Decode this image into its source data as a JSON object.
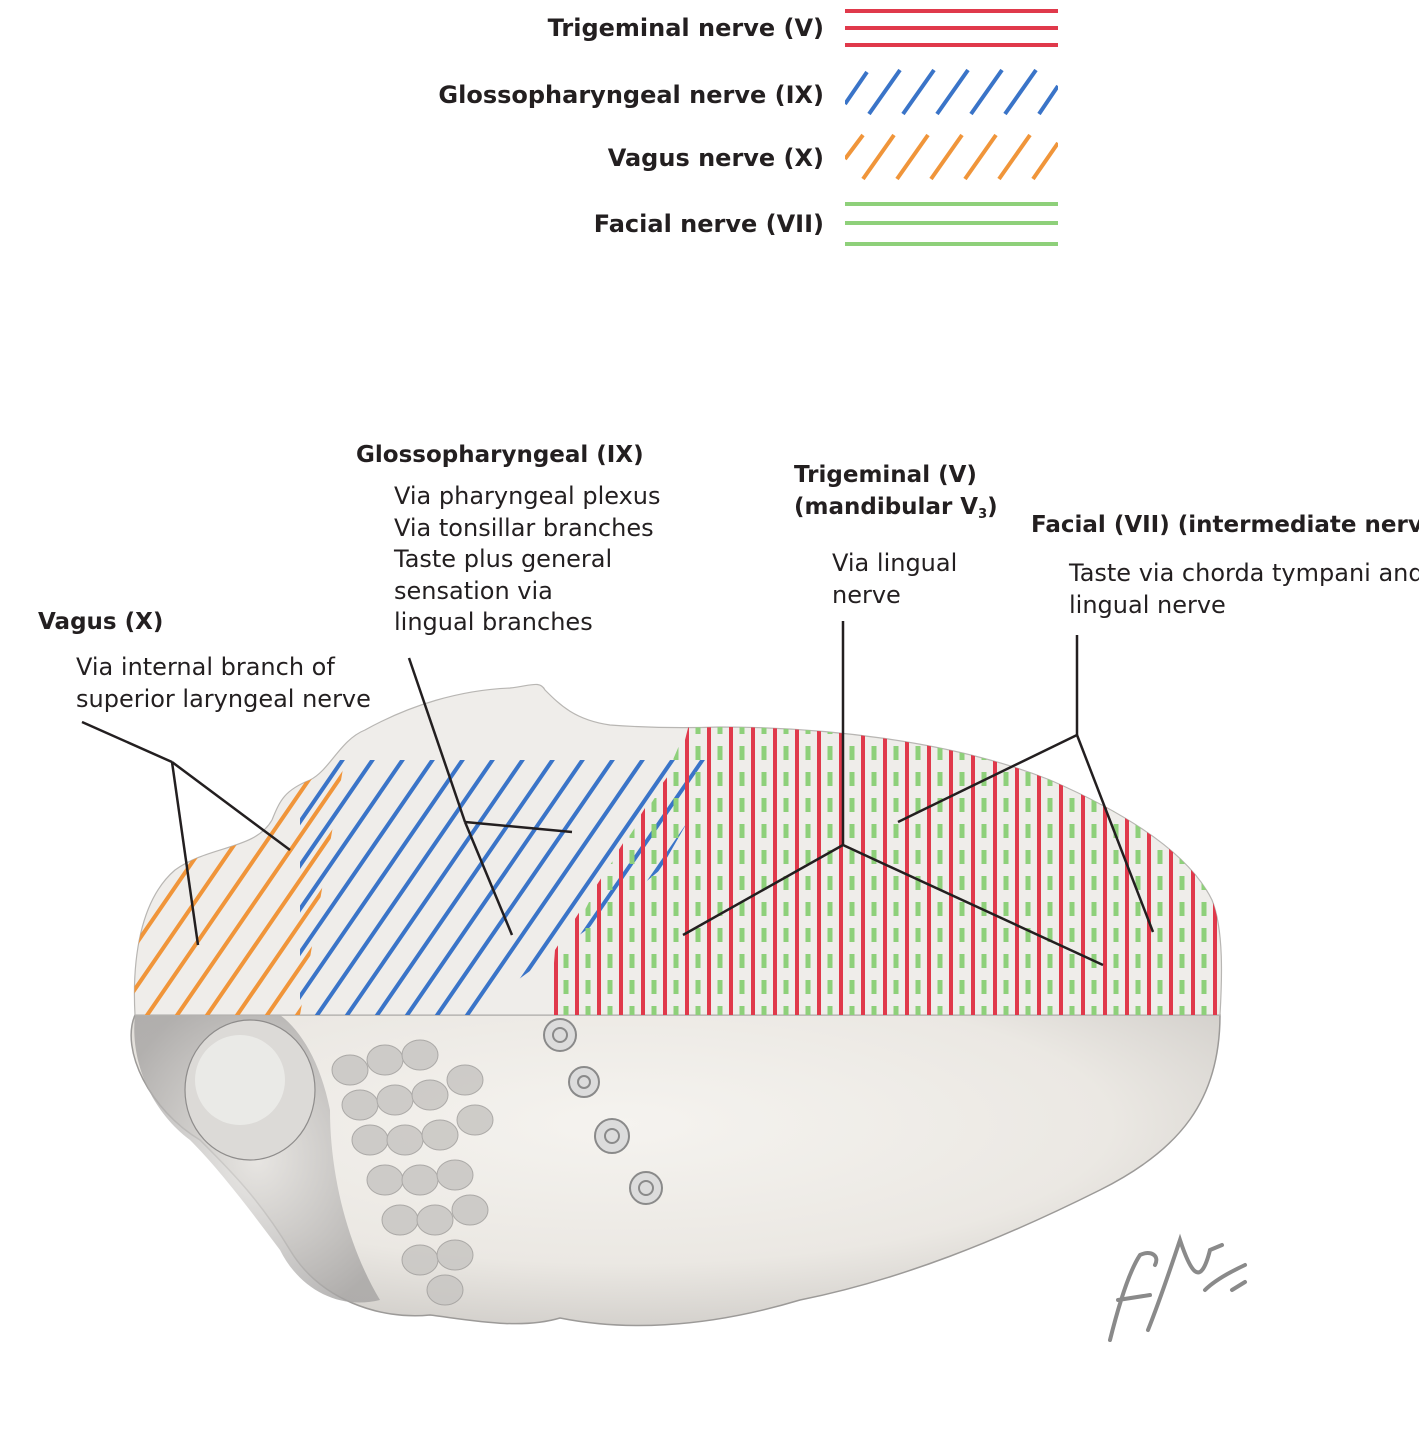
{
  "legend": [
    {
      "label": "Trigeminal nerve (V)",
      "color": "#e0394b"
    },
    {
      "label": "Glossopharyngeal nerve (IX)",
      "color": "#3a74c8"
    },
    {
      "label": "Vagus nerve (X)",
      "color": "#f0953a"
    },
    {
      "label": "Facial nerve (VII)",
      "color": "#8ed07a"
    }
  ],
  "labels": {
    "glossopharyngeal": {
      "title": "Glossopharyngeal (IX)",
      "lines": [
        "Via pharyngeal plexus",
        "Via tonsillar branches",
        "Taste plus general",
        "sensation via",
        "lingual branches"
      ]
    },
    "trigeminal": {
      "title_line1": "Trigeminal (V)",
      "title_line2_pre": "(mandibular V",
      "title_line2_sub": "3",
      "title_line2_post": ")",
      "lines": [
        "Via lingual",
        "nerve"
      ]
    },
    "facial": {
      "title": "Facial (VII) (intermediate nerve)",
      "lines": [
        "Taste via chorda tympani and",
        "lingual nerve"
      ]
    },
    "vagus": {
      "title": "Vagus (X)",
      "lines": [
        "Via internal branch of",
        "superior laryngeal nerve"
      ]
    }
  }
}
